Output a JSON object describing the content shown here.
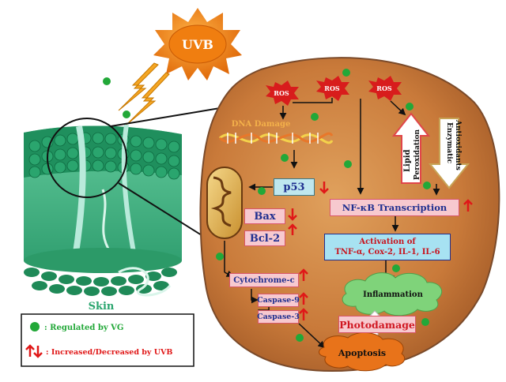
{
  "sun": {
    "label": "UVB"
  },
  "skin": {
    "label": "Skin"
  },
  "legend": {
    "regulated": ": Regulated by VG",
    "changed": ": Increased/Decreased by UVB"
  },
  "nodes": {
    "ros1": "ROS",
    "ros2": "ROS",
    "ros3": "ROS",
    "dna_damage": "DNA Damage",
    "p53": "p53",
    "bax": "Bax",
    "bcl2": "Bcl-2",
    "lipid_line1": "Lipid",
    "lipid_line2": "Peroxidation",
    "enzymatic_line1": "Enzymatic",
    "enzymatic_line2": "Antioxidants",
    "nfkb": "NF-κB Transcription",
    "activation_line1": "Activation of",
    "activation_line2": "TNF-α, Cox-2, IL-1, IL-6",
    "inflammation": "Inflammation",
    "cytochrome": "Cytochrome-c",
    "caspase9": "Caspase-9",
    "caspase3": "Caspase-3",
    "photodamage": "Photodamage",
    "apoptosis": "Apoptosis"
  },
  "colors": {
    "cell_fill": "#c97a3a",
    "cell_border": "#7a4a2a",
    "ros_red": "#d81c1c",
    "vg_green": "#22a838",
    "arrow_red": "#e01818",
    "box_pink": "#f7c9cf",
    "box_border": "#d9566a",
    "text_blue": "#1f2f8f",
    "p53_fill": "#bfe7ef",
    "activation_fill": "#a7e2f2",
    "inflammation_fill": "#7fd37a",
    "apoptosis_fill": "#e8731a",
    "sun": "#f08a17",
    "skin_green": "#3fb887"
  }
}
